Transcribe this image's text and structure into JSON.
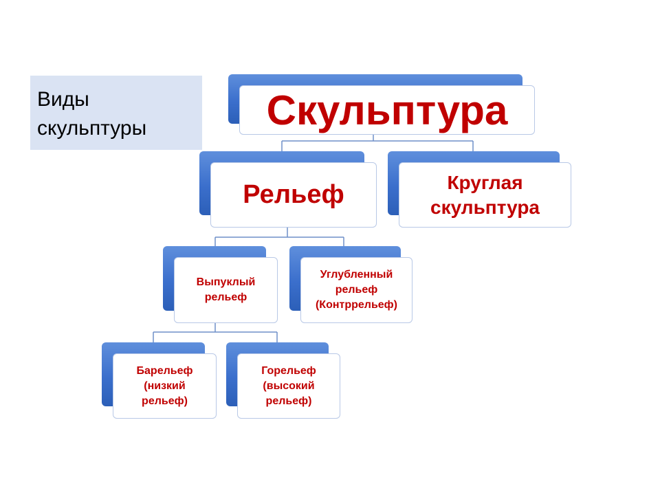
{
  "title": {
    "line1": "Виды",
    "line2": "скульптуры"
  },
  "diagram": {
    "root": "Скульптура",
    "relief": "Рельеф",
    "round": {
      "line1": "Круглая",
      "line2": "скульптура"
    },
    "convex": {
      "line1": "Выпуклый",
      "line2": "рельеф"
    },
    "sunken": {
      "line1": "Углубленный",
      "line2": "рельеф",
      "line3": "(Контррельеф)"
    },
    "bas_relief": {
      "line1": "Барельеф",
      "line2": "(низкий",
      "line3": "рельеф)"
    },
    "high_relief": {
      "line1": "Горельеф",
      "line2": "(высокий",
      "line3": "рельеф)"
    }
  },
  "colors": {
    "text_red": "#c00000",
    "node_blue": "#3b6fcc",
    "title_bg": "#dae3f3"
  }
}
